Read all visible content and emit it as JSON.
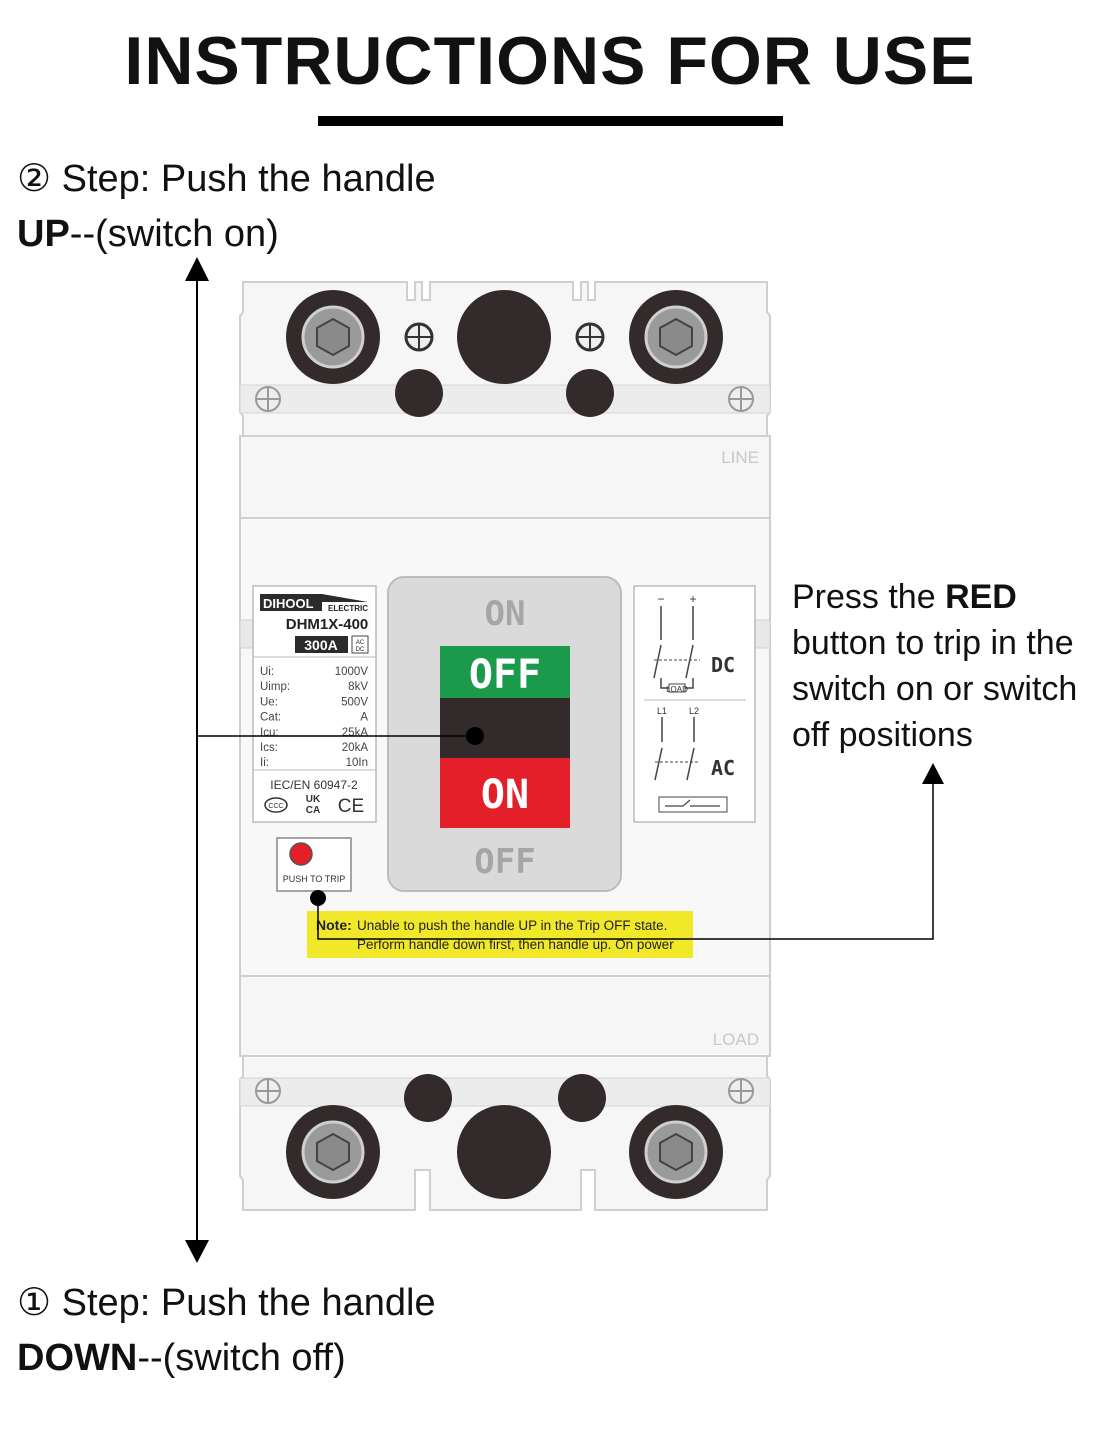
{
  "header": {
    "title": "INSTRUCTIONS FOR USE"
  },
  "step2": {
    "number": "②",
    "text": " Step: Push the handle",
    "direction": "UP",
    "suffix": "--(switch on)"
  },
  "step1": {
    "number": "①",
    "text": " Step: Push the handle",
    "direction": "DOWN",
    "suffix": "--(switch off)"
  },
  "trip_note": {
    "prefix": "Press the ",
    "emphasis": "RED",
    "rest": [
      "button to trip in the",
      "switch on or switch",
      "off positions"
    ]
  },
  "breaker": {
    "line_label": "LINE",
    "load_label": "LOAD",
    "brand": "DIHOOL",
    "brand_sub": "ELECTRIC",
    "model": "DHM1X-400",
    "rating": "300A",
    "acdc": "AC DC",
    "specs": [
      {
        "k": "Ui:",
        "v": "1000V"
      },
      {
        "k": "Uimp:",
        "v": "8kV"
      },
      {
        "k": "Ue:",
        "v": "500V"
      },
      {
        "k": "Cat:",
        "v": "A"
      },
      {
        "k": "Icu:",
        "v": "25kA"
      },
      {
        "k": "Ics:",
        "v": "20kA"
      },
      {
        "k": "Ii:",
        "v": "10In"
      }
    ],
    "standard": "IEC/EN 60947-2",
    "cert_marks": [
      "CCC",
      "UK CA",
      "CE"
    ],
    "handle_top": "ON",
    "handle_off": "OFF",
    "handle_on": "ON",
    "handle_bottom": "OFF",
    "push_to_trip": "PUSH TO TRIP",
    "note_label": "Note:",
    "note_line1": "Unable to push the handle UP in the Trip OFF state.",
    "note_line2": "Perform handle down first, then handle up. On power",
    "diagram_dc": "DC",
    "diagram_ac": "AC",
    "diagram_load": "LOAD",
    "diagram_l1": "L1",
    "diagram_l2": "L2",
    "diagram_minus": "−",
    "diagram_plus": "+"
  },
  "colors": {
    "off_green": "#1a9a4a",
    "on_red": "#e3202a",
    "note_yellow": "#f2e82a",
    "body_gray": "#f4f4f4",
    "handle_gray": "#d9d9d9",
    "terminal_dark": "#332b2b"
  }
}
